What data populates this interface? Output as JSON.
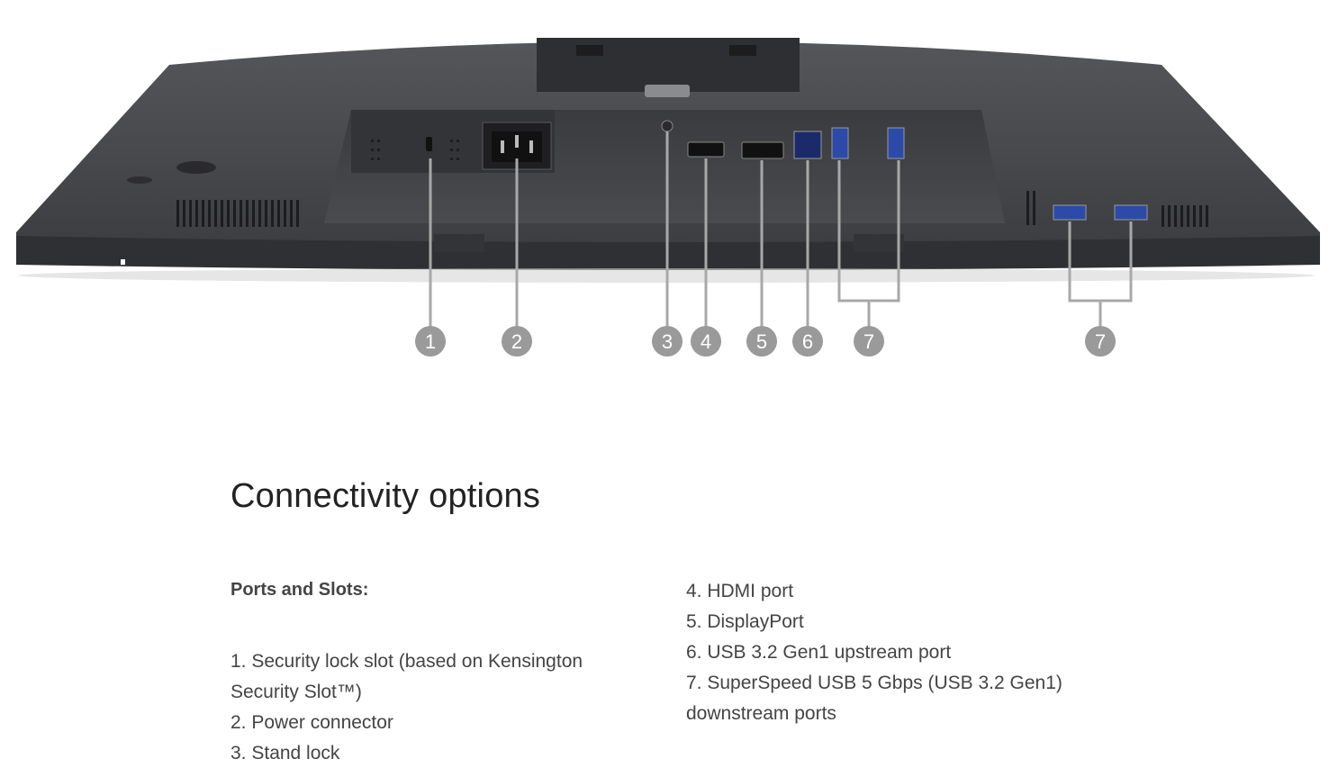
{
  "figure": {
    "callouts": [
      "1",
      "2",
      "3",
      "4",
      "5",
      "6",
      "7",
      "7"
    ],
    "icon": "monitor-rear-ports-diagram"
  },
  "section": {
    "title": "Connectivity options",
    "ports_heading": "Ports and Slots:",
    "items_left": [
      "1. Security lock slot (based on Kensington",
      "Security Slot™)",
      "2. Power connector",
      "3. Stand lock"
    ],
    "items_right": [
      "4. HDMI port",
      "5. DisplayPort",
      "6. USB 3.2 Gen1 upstream port",
      "7. SuperSpeed USB 5 Gbps (USB 3.2 Gen1)",
      "downstream ports"
    ]
  },
  "colors": {
    "background": "#ffffff",
    "monitor_body": "#3f4043",
    "callout_circle": "#9a9a9a",
    "leader_line": "#a8a8a8",
    "text": "#444444"
  }
}
